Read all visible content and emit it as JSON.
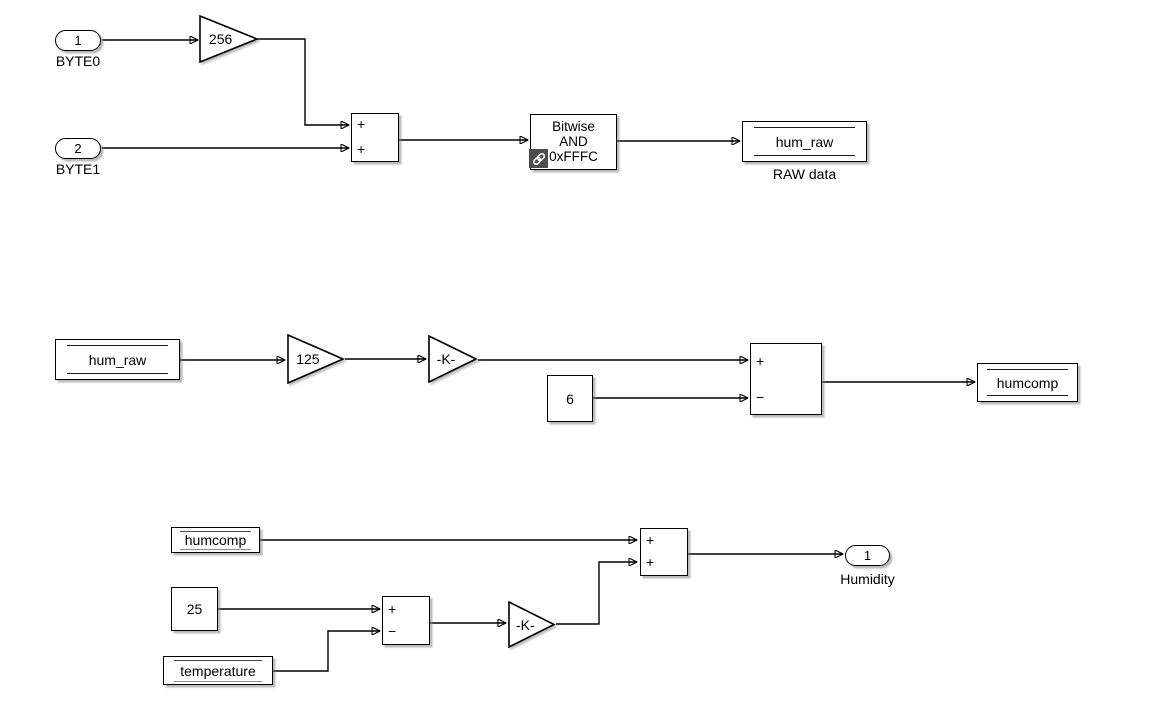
{
  "colors": {
    "background": "#ffffff",
    "line": "#000000",
    "block_fill": "#ffffff",
    "badge_bg": "#4d4d4d",
    "badge_icon": "#ffffff",
    "shadow": "#9e9e9e"
  },
  "row1": {
    "inport_byte0": {
      "number": "1",
      "label": "BYTE0"
    },
    "gain_256": {
      "value": "256"
    },
    "sum_bytes": {
      "sign_top": "+",
      "sign_bottom": "+"
    },
    "inport_byte1": {
      "number": "2",
      "label": "BYTE1"
    },
    "bitwise_and": {
      "line1": "Bitwise",
      "line2": "AND",
      "line3": "0xFFFC",
      "badge_icon": "link-icon"
    },
    "hum_raw_write": {
      "name": "hum_raw",
      "caption": "RAW data"
    }
  },
  "row2": {
    "hum_raw_read": {
      "name": "hum_raw"
    },
    "gain_125": {
      "value": "125"
    },
    "gain_k": {
      "value": "-K-"
    },
    "constant_6": {
      "value": "6"
    },
    "sum_compensate": {
      "sign_top": "+",
      "sign_bottom": "−"
    },
    "humcomp_write": {
      "name": "humcomp"
    }
  },
  "row3": {
    "humcomp_read": {
      "name": "humcomp"
    },
    "constant_25": {
      "value": "25"
    },
    "temperature_read": {
      "name": "temperature"
    },
    "sum_temp_diff": {
      "sign_top": "+",
      "sign_bottom": "−"
    },
    "gain_k": {
      "value": "-K-"
    },
    "sum_humidity": {
      "sign_top": "+",
      "sign_bottom": "+"
    },
    "outport_humidity": {
      "number": "1",
      "label": "Humidity"
    }
  }
}
